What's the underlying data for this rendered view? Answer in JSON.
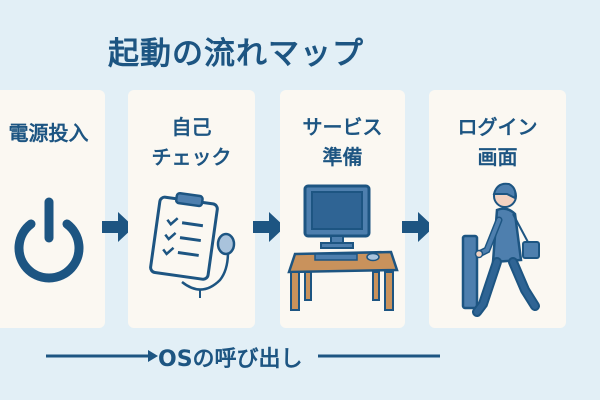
{
  "title": "起動の流れマップ",
  "steps": [
    {
      "line1": "電源投入",
      "line2": "",
      "icon": "power-icon"
    },
    {
      "line1": "自己",
      "line2": "チェック",
      "icon": "clipboard-stethoscope-icon"
    },
    {
      "line1": "サービス",
      "line2": "準備",
      "icon": "computer-desk-icon"
    },
    {
      "line1": "ログイン",
      "line2": "画面",
      "icon": "person-walking-door-icon"
    }
  ],
  "footer": {
    "label": "OSの呼び出し"
  },
  "colors": {
    "primary": "#1d5582",
    "background": "#e2eff6",
    "card": "#fbf8f2",
    "desk": "#c9925c",
    "figure": "#4e7fae"
  }
}
